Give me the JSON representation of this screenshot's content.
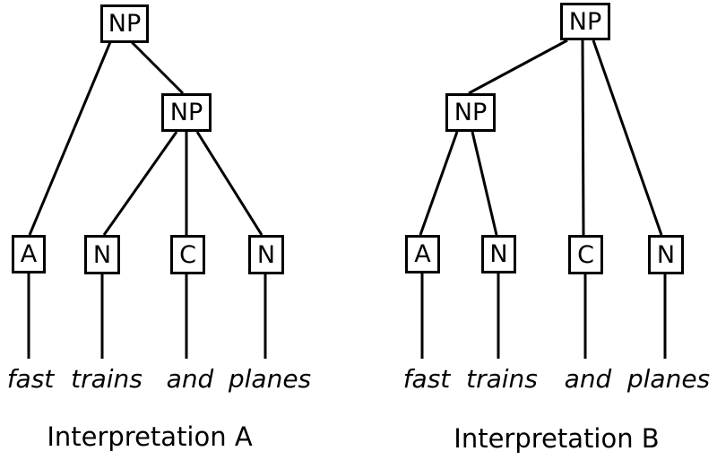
{
  "colors": {
    "background": "#ffffff",
    "line": "#000000",
    "text": "#000000"
  },
  "trees": [
    {
      "caption": "Interpretation A",
      "root_label": "NP",
      "inner_label": "NP",
      "leaves": [
        "A",
        "N",
        "C",
        "N"
      ],
      "words": [
        "fast",
        "trains",
        "and",
        "planes"
      ],
      "edges": [
        [
          "NP-root",
          "A"
        ],
        [
          "NP-root",
          "NP-inner"
        ],
        [
          "NP-inner",
          "N1"
        ],
        [
          "NP-inner",
          "C"
        ],
        [
          "NP-inner",
          "N2"
        ],
        [
          "A",
          "fast"
        ],
        [
          "N1",
          "trains"
        ],
        [
          "C",
          "and"
        ],
        [
          "N2",
          "planes"
        ]
      ]
    },
    {
      "caption": "Interpretation B",
      "root_label": "NP",
      "inner_label": "NP",
      "leaves": [
        "A",
        "N",
        "C",
        "N"
      ],
      "words": [
        "fast",
        "trains",
        "and",
        "planes"
      ],
      "edges": [
        [
          "NP-root",
          "NP-inner"
        ],
        [
          "NP-root",
          "C"
        ],
        [
          "NP-root",
          "N2"
        ],
        [
          "NP-inner",
          "A"
        ],
        [
          "NP-inner",
          "N1"
        ],
        [
          "A",
          "fast"
        ],
        [
          "N1",
          "trains"
        ],
        [
          "C",
          "and"
        ],
        [
          "N2",
          "planes"
        ]
      ]
    }
  ]
}
